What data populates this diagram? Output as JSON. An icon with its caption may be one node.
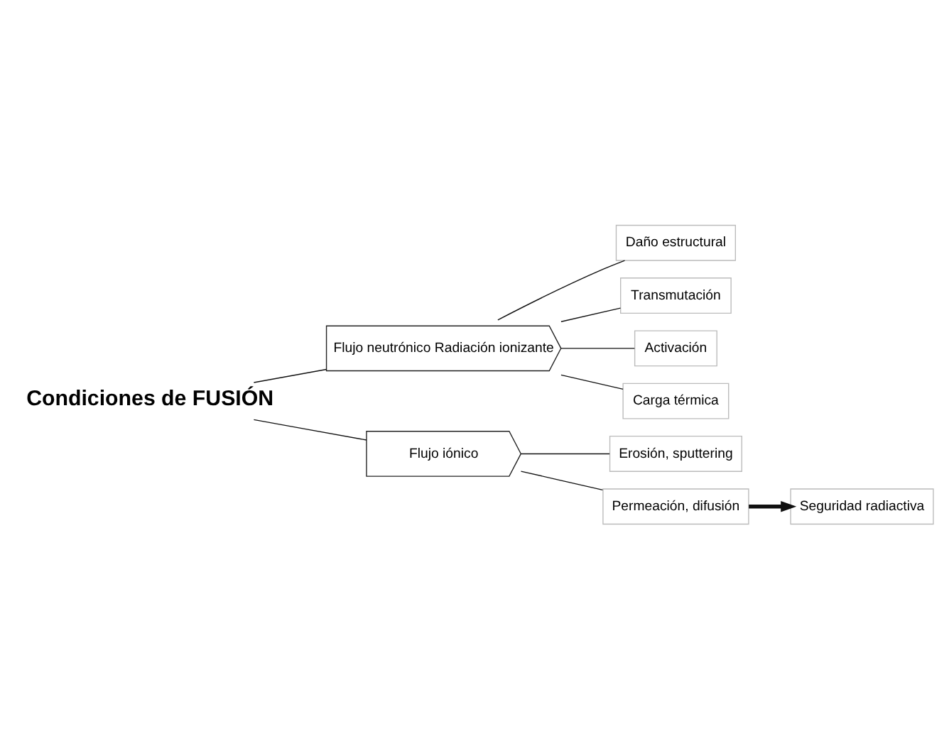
{
  "diagram": {
    "nodes": [
      {
        "text": [
          "Condiciones de FUSIÓN"
        ]
      },
      {
        "text": [
          "Flujo neutrónico Radiación ionizante"
        ]
      },
      {
        "text": [
          "Daño estructural"
        ]
      },
      {
        "text": [
          "Transmutación"
        ]
      },
      {
        "text": [
          "Activación"
        ]
      },
      {
        "text": [
          "Carga térmica"
        ]
      },
      {
        "text": [
          "Flujo iónico"
        ]
      },
      {
        "text": [
          "Erosión, sputtering"
        ]
      },
      {
        "text": [
          "Permeación, difusión"
        ]
      },
      {
        "text": [
          "Seguridad radiactiva"
        ]
      }
    ],
    "edges": [
      {
        "from": 0,
        "to": 1,
        "arrow": "none"
      },
      {
        "from": 0,
        "to": 6,
        "arrow": "none"
      },
      {
        "from": 1,
        "to": 2,
        "arrow": "none"
      },
      {
        "from": 1,
        "to": 3,
        "arrow": "none"
      },
      {
        "from": 1,
        "to": 4,
        "arrow": "none"
      },
      {
        "from": 1,
        "to": 5,
        "arrow": "none"
      },
      {
        "from": 6,
        "to": 7,
        "arrow": "none"
      },
      {
        "from": 6,
        "to": 8,
        "arrow": "none"
      },
      {
        "from": 8,
        "to": 9,
        "arrow": "to",
        "style": "thick"
      }
    ]
  }
}
